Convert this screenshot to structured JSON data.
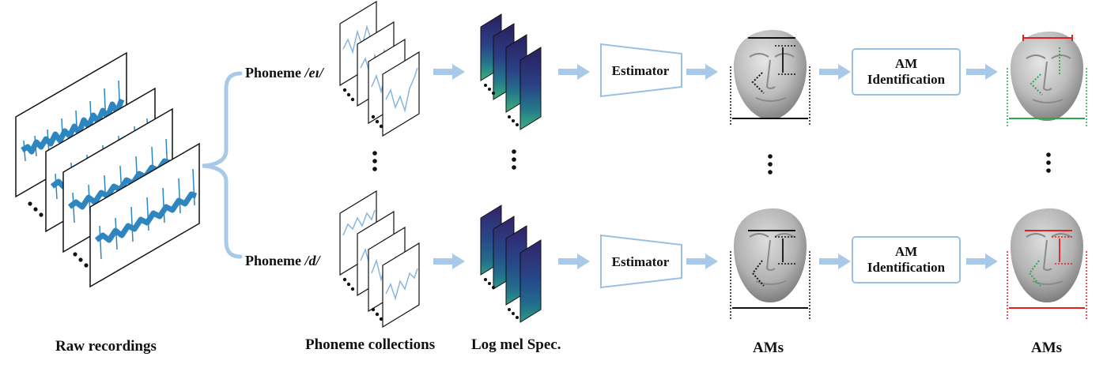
{
  "labels": {
    "raw_recordings": "Raw recordings",
    "phoneme_collections": "Phoneme collections",
    "log_mel_spec": "Log mel Spec.",
    "ams_1": "AMs",
    "ams_2": "AMs"
  },
  "phonemes": {
    "top": {
      "prefix": "Phoneme",
      "symbol": "/eɪ/"
    },
    "bottom": {
      "prefix": "Phoneme",
      "symbol": "/d/"
    }
  },
  "boxes": {
    "estimator_top": "Estimator",
    "estimator_bottom": "Estimator",
    "am_identification_top": "AM Identification",
    "am_identification_bottom": "AM Identification"
  },
  "colors": {
    "arrow": "#a9c9e8",
    "box_border": "#9bbfe0",
    "waveform": "#2e86c1",
    "highlight_red": "#e02020",
    "highlight_green": "#2aa84a"
  }
}
